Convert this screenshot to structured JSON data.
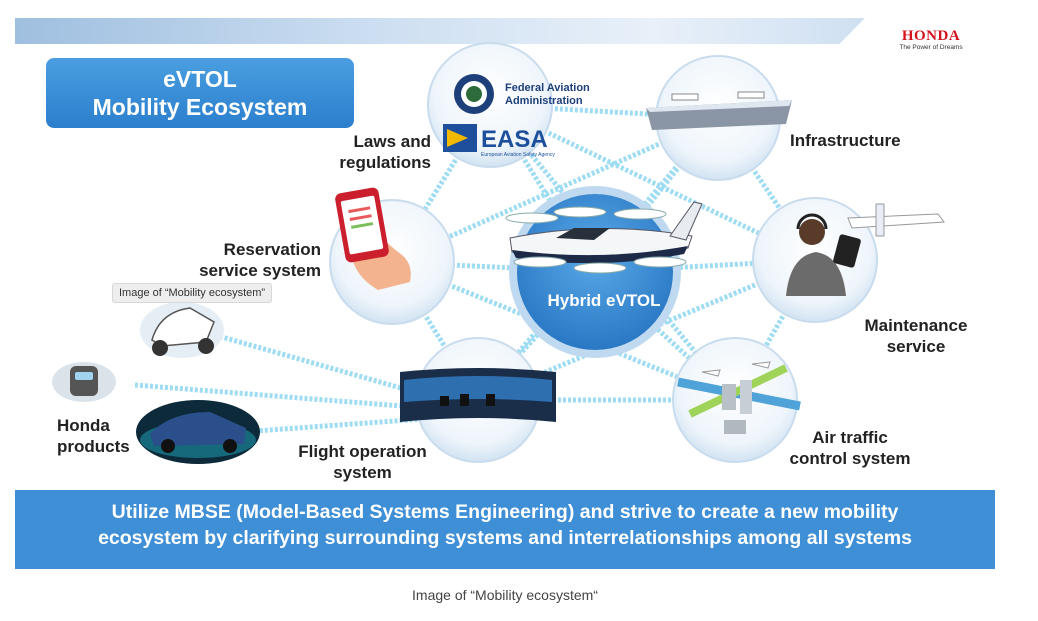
{
  "brand": {
    "name": "HONDA",
    "tagline": "The Power of Dreams",
    "color": "#d3141c"
  },
  "title": {
    "line1": "eVTOL",
    "line2": "Mobility Ecosystem"
  },
  "hub": {
    "label": "Hybrid eVTOL"
  },
  "nodes": {
    "laws": {
      "line1": "Laws and",
      "line2": "regulations",
      "faa_line1": "Federal Aviation",
      "faa_line2": "Administration",
      "easa": "EASA",
      "easa_sub": "European Aviation Safety Agency"
    },
    "infrastructure": {
      "line1": "Infrastructure"
    },
    "reservation": {
      "line1": "Reservation",
      "line2": "service system"
    },
    "maintenance": {
      "line1": "Maintenance",
      "line2": "service"
    },
    "flight": {
      "line1": "Flight operation",
      "line2": "system"
    },
    "atc": {
      "line1": "Air traffic",
      "line2": "control system"
    },
    "honda_products": {
      "line1": "Honda",
      "line2": "products"
    }
  },
  "banner": {
    "line1": "Utilize MBSE (Model-Based Systems Engineering) and strive to create a new mobility",
    "line2": "ecosystem by clarifying surrounding systems and interrelationships among all systems"
  },
  "tooltip": "Image of “Mobility ecosystem”",
  "caption": "Image of “Mobility ecosystem“",
  "colors": {
    "accent_blue": "#3f8fd6",
    "circle_blue": "#2b7fcd",
    "link_cyan": "#9ddcf2"
  }
}
